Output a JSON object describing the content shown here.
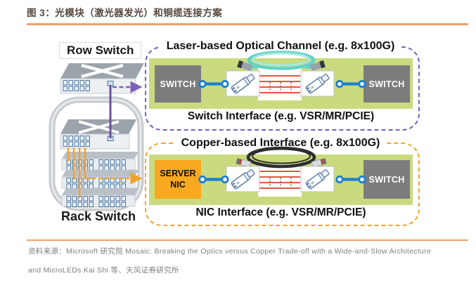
{
  "header": {
    "title": "图 3：光模块（激光器发光）和铜缆连接方案"
  },
  "left_diagram": {
    "row_switch_label": "Row Switch",
    "rack_switch_label": "Rack Switch"
  },
  "optical_channel": {
    "title": "Laser-based Optical Channel (e.g. 8x100G)",
    "left_node": "SWITCH",
    "right_node": "SWITCH",
    "interface_label": "Switch Interface (e.g. VSR/MR/PCIE)"
  },
  "copper_channel": {
    "title": "Copper-based Interface (e.g. 8x100G)",
    "left_node_line1": "SERVER",
    "left_node_line2": "NIC",
    "right_node": "SWITCH",
    "interface_label": "NIC Interface (e.g. VSR/MR/PCIE)"
  },
  "footer": {
    "source_line1": "资料来源：Microsoft 研究院 Mosaic: Breaking the Optics versus Copper Trade-off with a Wide-and-Slow Architecture",
    "source_line2": "and MicroLEDs Kai Shi 等、天风证券研究所"
  },
  "colors": {
    "accent_rule": "#F2A06A",
    "optical_dashed": "#7C60B8",
    "copper_dashed": "#EDA62F",
    "panel_green": "#C9DB7E",
    "node_gray": "#7C7C7C",
    "node_orange": "#F8A91F",
    "link_blue": "#1B7FD4",
    "trace_red": "#E6573C",
    "fiber_teal": "#63D2C7",
    "copper_black": "#2D2D2D",
    "rack_link_orange": "#F2A23A",
    "uplink_purple": "#6C51A4"
  }
}
